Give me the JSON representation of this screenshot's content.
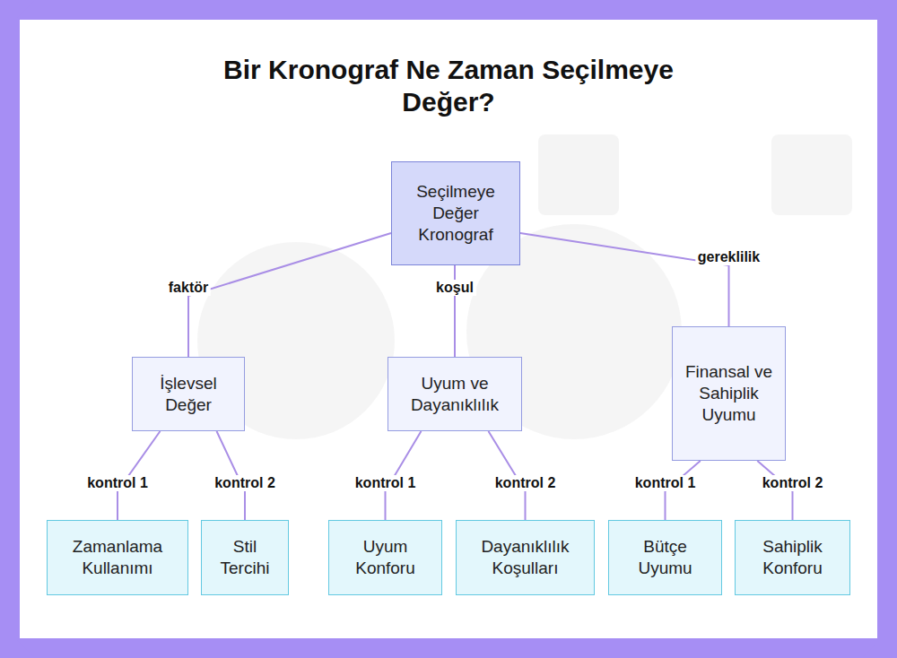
{
  "diagram": {
    "title": "Bir Kronograf Ne Zaman Seçilmeye Değer?",
    "nodes": [
      {
        "text": [
          "Seçilmeye Değer Kronograf"
        ]
      },
      {
        "text": [
          "İşlevsel Değer"
        ]
      },
      {
        "text": [
          "Uyum ve Dayanıklılık"
        ]
      },
      {
        "text": [
          "Finansal ve Sahiplik Uyumu"
        ]
      },
      {
        "text": [
          "Zamanlama Kullanımı"
        ]
      },
      {
        "text": [
          "Stil Tercihi"
        ]
      },
      {
        "text": [
          "Uyum Konforu"
        ]
      },
      {
        "text": [
          "Dayanıklılık Koşulları"
        ]
      },
      {
        "text": [
          "Bütçe Uyumu"
        ]
      },
      {
        "text": [
          "Sahiplik Konforu"
        ]
      }
    ],
    "edges": [
      {
        "from": 0,
        "to": 1,
        "label": "faktör",
        "arrow": "none"
      },
      {
        "from": 0,
        "to": 2,
        "label": "koşul",
        "arrow": "none"
      },
      {
        "from": 0,
        "to": 3,
        "label": "gereklilik",
        "arrow": "none"
      },
      {
        "from": 1,
        "to": 4,
        "label": "kontrol 1",
        "arrow": "none"
      },
      {
        "from": 1,
        "to": 5,
        "label": "kontrol 2",
        "arrow": "none"
      },
      {
        "from": 2,
        "to": 6,
        "label": "kontrol 1",
        "arrow": "none"
      },
      {
        "from": 2,
        "to": 7,
        "label": "kontrol 2",
        "arrow": "none"
      },
      {
        "from": 3,
        "to": 8,
        "label": "kontrol 1",
        "arrow": "none"
      },
      {
        "from": 3,
        "to": 9,
        "label": "kontrol 2",
        "arrow": "none"
      }
    ]
  }
}
